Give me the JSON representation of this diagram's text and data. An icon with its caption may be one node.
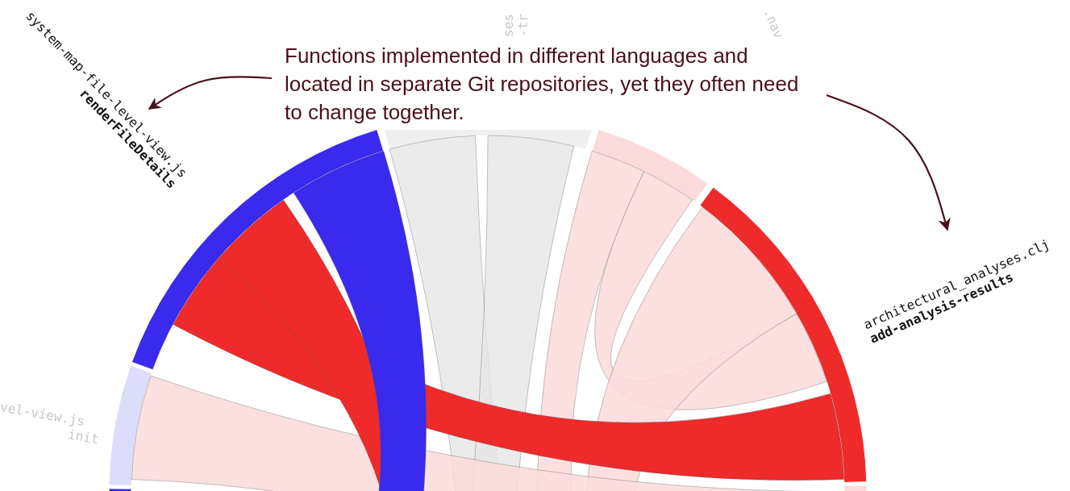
{
  "diagram": {
    "nodes": [
      {
        "text": [
          "Functions implemented in different languages and located in separate Git repositories, yet they often need to change together."
        ]
      },
      {
        "text": [
          "system-map-file-level-view.js",
          "renderFileDetails"
        ]
      },
      {
        "text": [
          "architectural_analyses.clj",
          "add-analysis-results"
        ]
      }
    ],
    "edges": [
      {
        "from": 0,
        "to": 1,
        "arrow": "to"
      },
      {
        "from": 0,
        "to": 2,
        "arrow": "to"
      }
    ],
    "labels": [
      "ses",
      "-tr",
      ".nav",
      "vel-view.js",
      "init"
    ]
  }
}
